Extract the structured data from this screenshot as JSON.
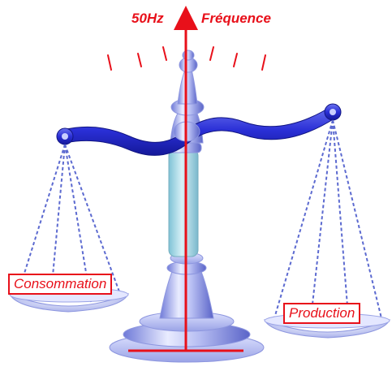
{
  "axis": {
    "value_label": "50Hz",
    "name_label": "Fréquence"
  },
  "left_pan": {
    "label": "Consommation"
  },
  "right_pan": {
    "label": "Production"
  },
  "colors": {
    "accent_red": "#e8101a",
    "beam_blue": "#2a2fd6",
    "chrome_blue": "#a9b3ee",
    "column_cyan": "#a8dbe6"
  },
  "icons": {
    "vibration_ticks": "vibration-marks-icon"
  }
}
